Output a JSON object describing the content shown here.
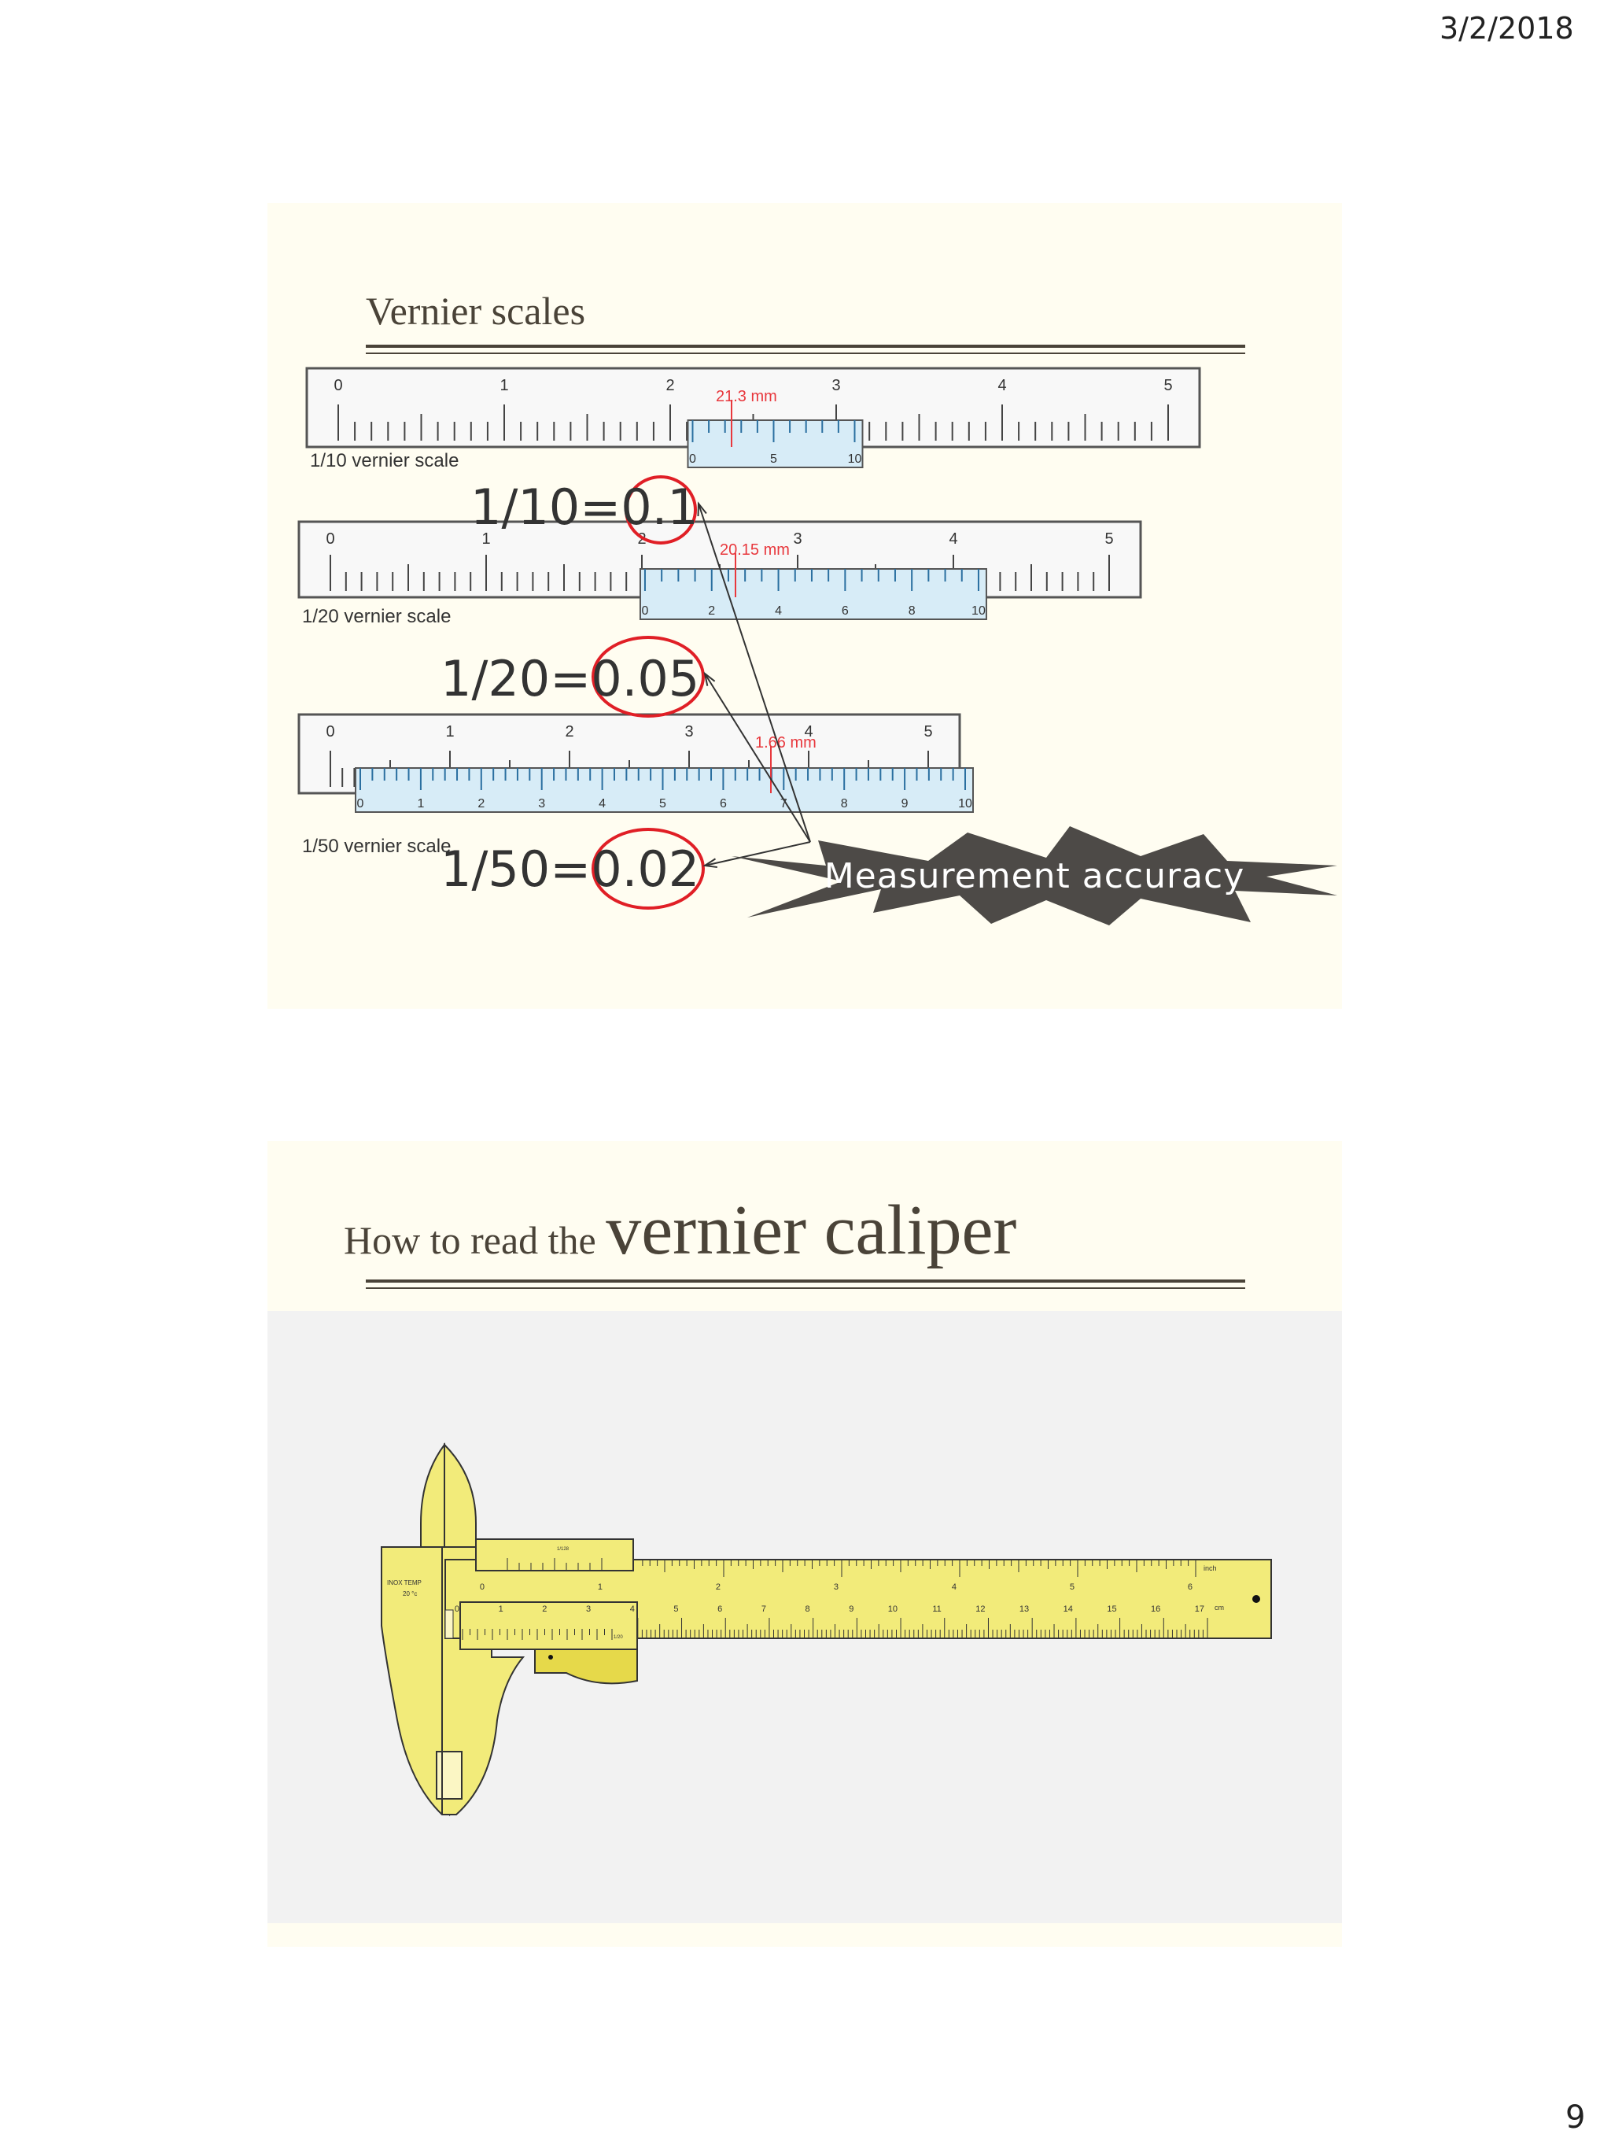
{
  "header": {
    "date": "3/2/2018"
  },
  "footer": {
    "page_number": "9"
  },
  "slide1": {
    "title": "Vernier scales",
    "scales": [
      {
        "caption": "1/10 vernier scale",
        "reading": "21.3 mm",
        "main_ticks": [
          "0",
          "1",
          "2",
          "3",
          "4",
          "5"
        ],
        "vernier_ticks": [
          "0",
          "5",
          "10"
        ]
      },
      {
        "caption": "1/20 vernier scale",
        "reading": "20.15 mm",
        "main_ticks": [
          "0",
          "1",
          "2",
          "3",
          "4",
          "5"
        ],
        "vernier_ticks": [
          "0",
          "2",
          "4",
          "6",
          "8",
          "10"
        ]
      },
      {
        "caption": "1/50 vernier scale",
        "reading": "1.66 mm",
        "main_ticks": [
          "0",
          "1",
          "2",
          "3",
          "4",
          "5"
        ],
        "vernier_ticks": [
          "0",
          "1",
          "2",
          "3",
          "4",
          "5",
          "6",
          "7",
          "8",
          "9",
          "10"
        ]
      }
    ],
    "fractions": [
      {
        "label": "1/10=",
        "value": "0.1"
      },
      {
        "label": "1/20=",
        "value": "0.05"
      },
      {
        "label": "1/50=",
        "value": "0.02"
      }
    ],
    "callout": "Measurement   accuracy",
    "colors": {
      "reading": "#e8383d",
      "circle": "#e01f26",
      "vernier_fill": "#d7ecf7",
      "callout_fill": "#4d4a47"
    }
  },
  "slide2": {
    "title_small": "How to read the ",
    "title_big": "vernier caliper",
    "caliper": {
      "inch_unit": "inch",
      "cm_unit": "cm",
      "inch_ticks": [
        "0",
        "1",
        "2",
        "3",
        "4",
        "5",
        "6"
      ],
      "cm_ticks": [
        "0",
        "1",
        "2",
        "3",
        "4",
        "5",
        "6",
        "7",
        "8",
        "9",
        "10",
        "11",
        "12",
        "13",
        "14",
        "15",
        "16",
        "17"
      ],
      "vernier_top_label": "1/128",
      "vernier_bottom_label": "1/20",
      "stamp_line1": "INOX TEMP",
      "stamp_line2": "20 °c",
      "body_color": "#f2eb7a"
    }
  }
}
